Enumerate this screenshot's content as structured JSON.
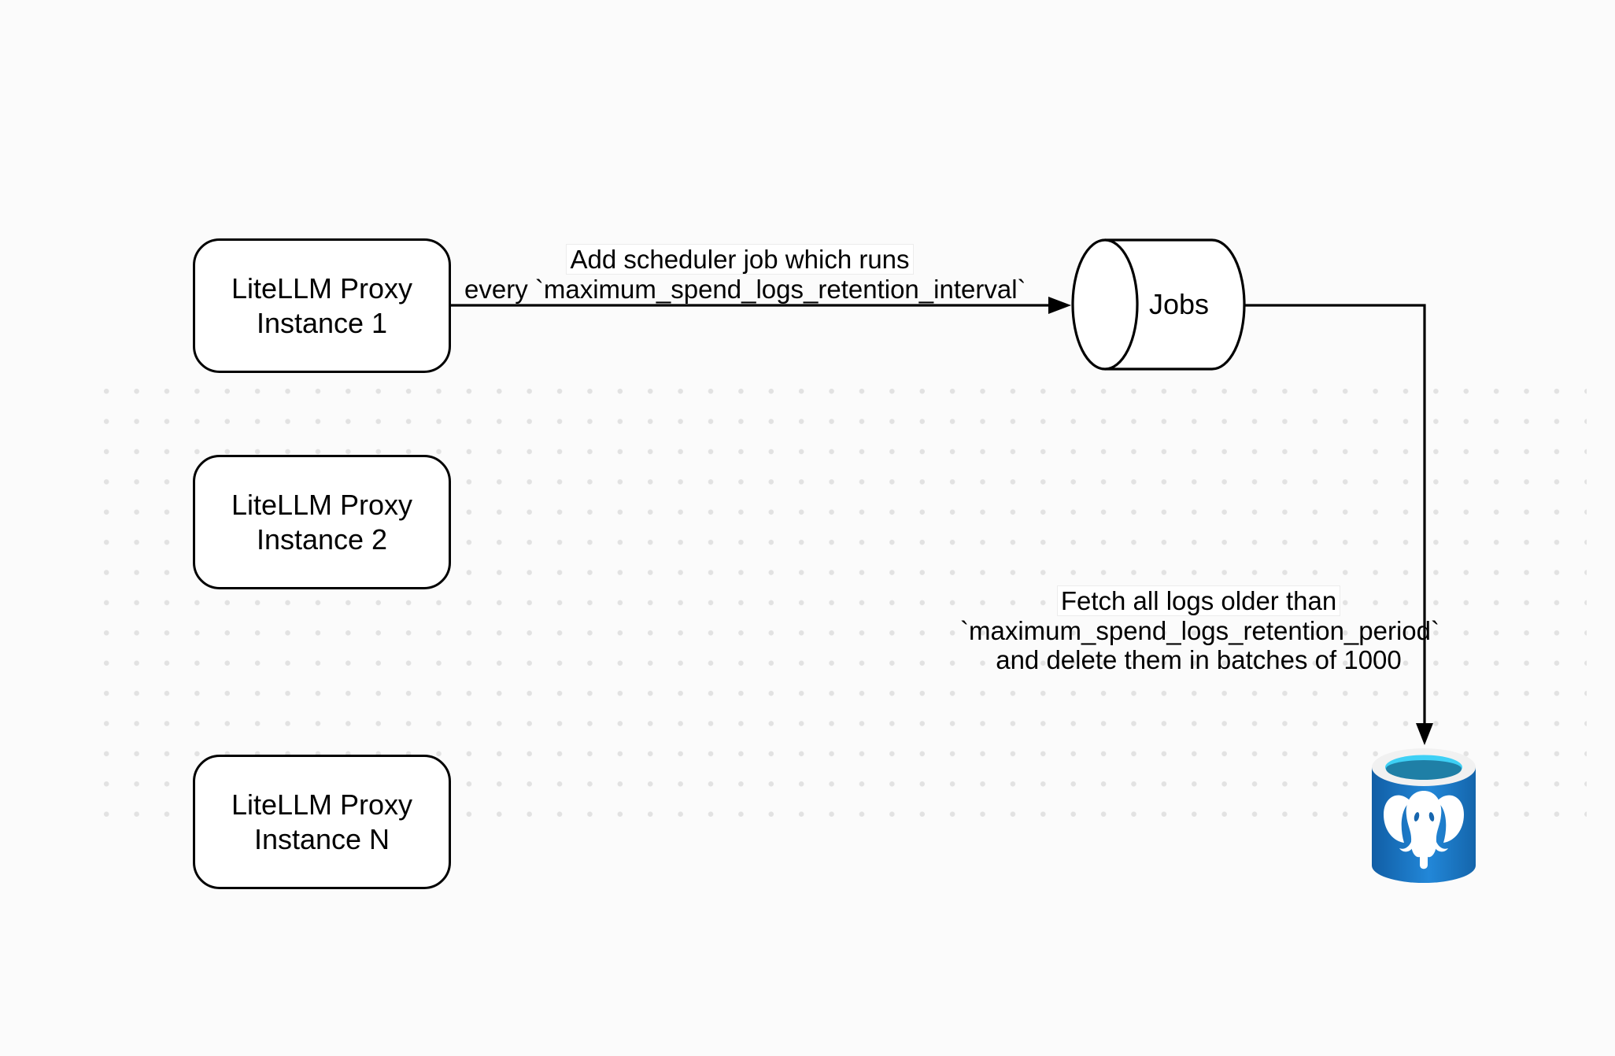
{
  "canvas": {
    "background_color": "#fbfbfb",
    "dot_color": "#e2e2e2",
    "stroke_color": "#000000"
  },
  "nodes": [
    {
      "id": "proxy-1",
      "lines": [
        "LiteLLM Proxy",
        "Instance 1"
      ]
    },
    {
      "id": "proxy-2",
      "lines": [
        "LiteLLM Proxy",
        "Instance 2"
      ]
    },
    {
      "id": "proxy-n",
      "lines": [
        "LiteLLM Proxy",
        "Instance N"
      ]
    },
    {
      "id": "jobs-queue",
      "label": "Jobs"
    },
    {
      "id": "postgres-db",
      "icon": "postgresql-database-icon"
    }
  ],
  "edges": [
    {
      "from": "proxy-1",
      "to": "jobs-queue",
      "label_lines": [
        "Add scheduler job which runs",
        "every `maximum_spend_logs_retention_interval`"
      ]
    },
    {
      "from": "jobs-queue",
      "to": "postgres-db",
      "label_lines": [
        "Fetch all logs older than",
        "`maximum_spend_logs_retention_period`",
        "and delete them in batches of 1000"
      ]
    }
  ],
  "postgres_icon_colors": {
    "body_left": "#115ea5",
    "body_center": "#2287d8",
    "body_right": "#1465ab",
    "rim": "#f1f1f1",
    "inner_cyan": "#3ed0f5",
    "inner_teal": "#1f7fa6",
    "elephant": "#ffffff"
  }
}
